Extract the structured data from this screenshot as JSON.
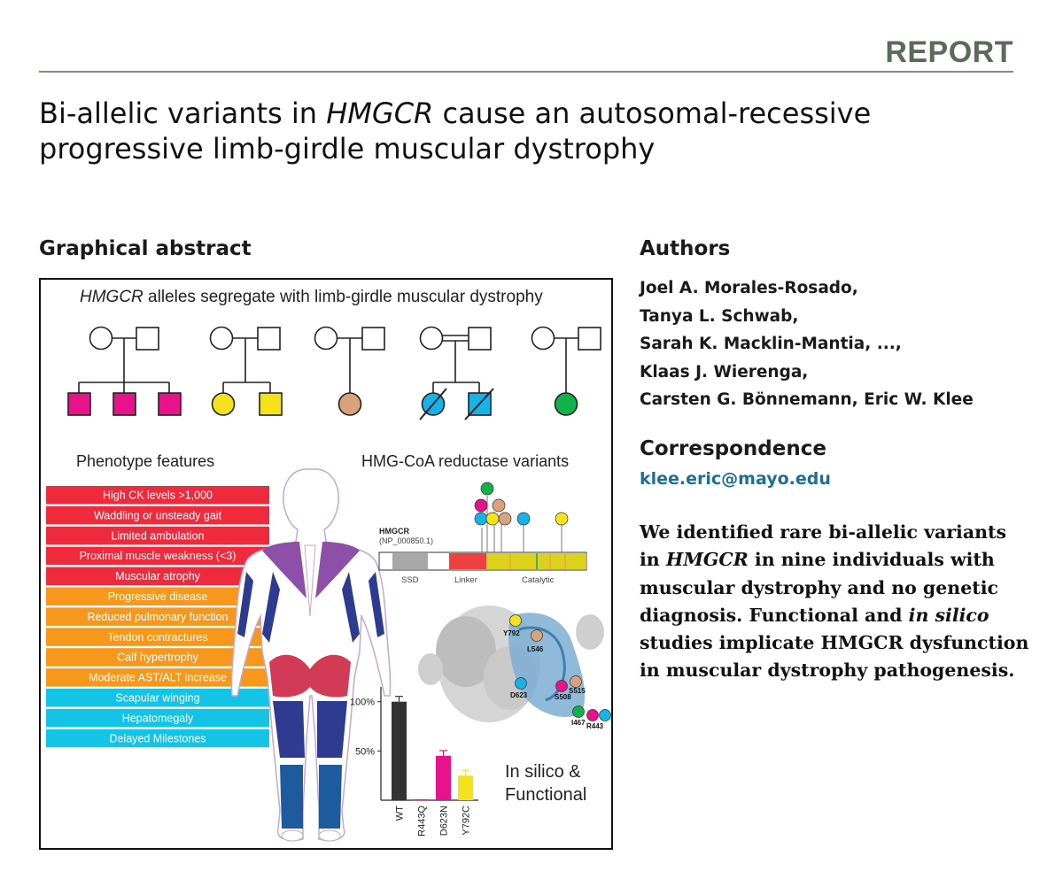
{
  "header": {
    "section_label": "REPORT"
  },
  "title": {
    "part1": "Bi-allelic variants in ",
    "gene": "HMGCR",
    "part2": " cause an autosomal-recessive progressive limb-girdle muscular dystrophy"
  },
  "graphical_abstract": {
    "heading": "Graphical abstract",
    "pedigree_title_gene": "HMGCR",
    "pedigree_title_rest": " alleles segregate with limb-girdle muscular dystrophy",
    "phenotype_heading": "Phenotype features",
    "phenotypes": [
      {
        "label": "High CK levels >1,000",
        "color": "#ee2a3c"
      },
      {
        "label": "Waddling or unsteady gait",
        "color": "#ee2a3c"
      },
      {
        "label": "Limited ambulation",
        "color": "#ee2a3c"
      },
      {
        "label": "Proximal muscle weakness (<3)",
        "color": "#ee2a3c"
      },
      {
        "label": "Muscular atrophy",
        "color": "#ee2a3c"
      },
      {
        "label": "Progressive disease",
        "color": "#f7981d"
      },
      {
        "label": "Reduced pulmonary function",
        "color": "#f7981d"
      },
      {
        "label": "Tendon contractures",
        "color": "#f7981d"
      },
      {
        "label": "Calf hypertrophy",
        "color": "#f7981d"
      },
      {
        "label": "Moderate AST/ALT increase",
        "color": "#f7981d"
      },
      {
        "label": "Scapular winging",
        "color": "#14c4e6"
      },
      {
        "label": "Hepatomegaly",
        "color": "#14c4e6"
      },
      {
        "label": "Delayed Milestones",
        "color": "#14c4e6"
      }
    ],
    "variants_heading": "HMG-CoA reductase variants",
    "protein_name": "HMGCR",
    "protein_id": "(NP_000850.1)",
    "domains": [
      "SSD",
      "Linker",
      "Catalytic"
    ],
    "structure_labels": [
      "Y792",
      "L546",
      "D623",
      "S515",
      "S508",
      "I467",
      "R443"
    ],
    "bar_chart": {
      "y_ticks": [
        "100%",
        "50%"
      ],
      "categories": [
        "WT",
        "R443Q",
        "D623N",
        "Y792C"
      ],
      "caption_line1": "In silico &",
      "caption_line2": "Functional"
    },
    "colors": {
      "magenta": "#e8138a",
      "yellow": "#f4e21a",
      "tan": "#d9a27b",
      "cyan": "#16b3e8",
      "green": "#12b14a"
    }
  },
  "chart_data": {
    "type": "bar",
    "categories": [
      "WT",
      "R443Q",
      "D623N",
      "Y792C"
    ],
    "values": [
      100,
      1,
      45,
      25
    ],
    "ylim": [
      0,
      115
    ],
    "y_ticks": [
      50,
      100
    ],
    "ylabel": "",
    "xlabel": "",
    "colors": [
      "#333333",
      "#e8138a",
      "#e8138a",
      "#f4e21a"
    ]
  },
  "authors": {
    "heading": "Authors",
    "lines": [
      "Joel A. Morales-Rosado,",
      "Tanya L. Schwab,",
      "Sarah K. Macklin-Mantia, ...,",
      "Klaas J. Wierenga,",
      "Carsten G. Bönnemann, Eric W. Klee"
    ]
  },
  "correspondence": {
    "heading": "Correspondence",
    "email": "klee.eric@mayo.edu"
  },
  "summary": {
    "s1": "We identified rare bi-allelic variants in ",
    "gene": "HMGCR",
    "s2": " in nine individuals with muscular dystrophy and no genetic diagnosis. Functional and ",
    "insilico": "in silico",
    "s3": " studies implicate HMGCR dysfunction in muscular dystrophy pathogenesis."
  }
}
